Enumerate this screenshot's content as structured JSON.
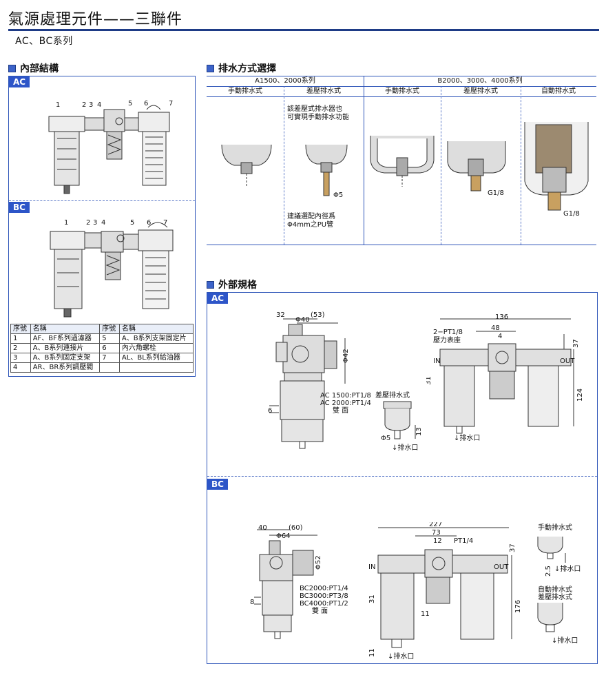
{
  "header": {
    "title": "氣源處理元件——三聯件",
    "subtitle": "AC、BC系列"
  },
  "internal": {
    "heading": "內部結構",
    "tag_ac": "AC",
    "tag_bc": "BC",
    "ac_callouts": [
      "1",
      "2",
      "3",
      "4",
      "5",
      "6",
      "7"
    ],
    "bc_callouts": [
      "1",
      "2",
      "3",
      "4",
      "5",
      "6",
      "7"
    ],
    "table": {
      "col_no": "序號",
      "col_name": "名稱",
      "rows": [
        {
          "no_l": "1",
          "name_l": "AF、BF系列過濾器",
          "no_r": "5",
          "name_r": "A、B系列支架固定片"
        },
        {
          "no_l": "2",
          "name_l": "A、B系列連接片",
          "no_r": "6",
          "name_r": "內六角螺栓"
        },
        {
          "no_l": "3",
          "name_l": "A、B系列固定支架",
          "no_r": "7",
          "name_r": "AL、BL系列給油器"
        },
        {
          "no_l": "4",
          "name_l": "AR、BR系列調壓閥",
          "no_r": "",
          "name_r": ""
        }
      ]
    }
  },
  "drain": {
    "heading": "排水方式選擇",
    "group1": "A1500、2000系列",
    "group2": "B2000、3000、4000系列",
    "col1": "手動排水式",
    "col2": "差壓排水式",
    "col3": "手動排水式",
    "col4": "差壓排水式",
    "col5": "自動排水式",
    "note_top_1": "該差壓式排水器也",
    "note_top_2": "可實現手動排水功能",
    "note_bottom_1": "建議選配內徑爲",
    "note_bottom_2": "Φ4mm之PU管",
    "phi5": "Φ5",
    "g18_a": "G1/8",
    "g18_b": "G1/8"
  },
  "external": {
    "heading": "外部規格",
    "ac": {
      "tag": "AC",
      "d32": "32",
      "d53": "(53)",
      "d40": "Φ40",
      "d42": "Φ42",
      "d6": "6",
      "port1": "AC 1500:PT1/8",
      "port2": "AC 2000:PT1/4",
      "both": "雙  面",
      "diff_drain": "差壓排水式",
      "d5": "Φ5",
      "d13": "13",
      "drain_out": "↓排水口",
      "d136": "136",
      "d48": "48",
      "d4": "4",
      "pt18": "2−PT1/8",
      "gauge": "壓力表座",
      "d37": "37",
      "d31": "31",
      "d124": "124",
      "in": "IN",
      "out": "OUT",
      "drain_out2": "↓排水口"
    },
    "bc": {
      "tag": "BC",
      "d40": "40",
      "d60": "(60)",
      "d64": "Φ64",
      "d52": "Φ52",
      "d8": "8",
      "port1": "BC2000:PT1/4",
      "port2": "BC3000:PT3/8",
      "port3": "BC4000:PT1/2",
      "both": "雙  面",
      "d227": "227",
      "d73": "73",
      "d12": "12",
      "pt14": "PT1/4",
      "d37": "37",
      "d31": "31",
      "d176": "176",
      "d11a": "11",
      "d11b": "11",
      "in": "IN",
      "out": "OUT",
      "drain_out": "↓排水口",
      "manual": "手動排水式",
      "d25": "2.5",
      "drain_small1": "↓排水口",
      "auto": "自動排水式",
      "diff": "差壓排水式",
      "drain_small2": "↓排水口"
    }
  }
}
